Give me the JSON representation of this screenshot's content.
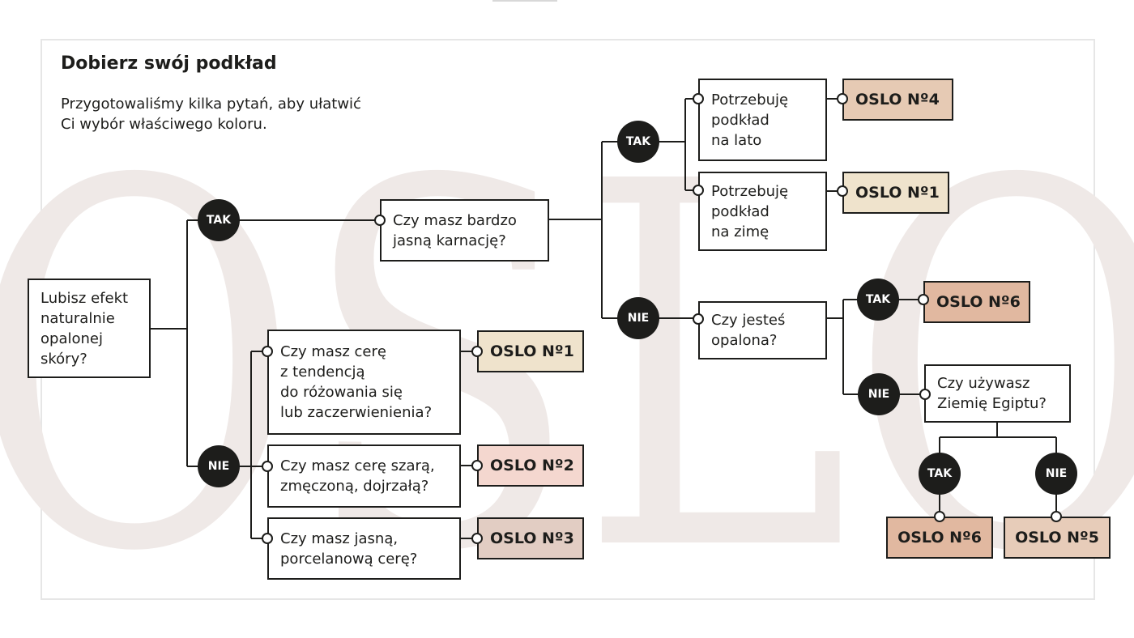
{
  "heading": "Dobierz swój podkład",
  "intro": "Przygotowaliśmy kilka pytań, aby ułatwić\nCi wybór właściwego koloru.",
  "watermark": "OSLO",
  "colors": {
    "ink": "#1d1d1b",
    "watermark": "#efe9e7",
    "oslo1": "#efe3cc",
    "oslo2": "#f4d7cf",
    "oslo3": "#e2cdc3",
    "oslo4": "#e6cab4",
    "oslo5": "#e7ccb9",
    "oslo6": "#e1b8a0"
  },
  "labels": {
    "yes": "TAK",
    "no": "NIE"
  },
  "questions": {
    "start": "Lubisz efekt\nnaturalnie\nopalonej\nskóry?",
    "very_fair": "Czy masz bardzo\njasną karnację?",
    "summer": "Potrzebuję\npodkład\nna lato",
    "winter": "Potrzebuję\npodkład\nna zimę",
    "tanned": "Czy jesteś\nopalona?",
    "earth": "Czy używasz\nZiemię  Egiptu?",
    "redness": "Czy masz cerę\nz tendencją\ndo różowania się\nlub zaczerwienienia?",
    "grey": "Czy masz cerę szarą,\nzmęczoną, dojrzałą?",
    "porcelain": "Czy masz jasną,\nporcelanową cerę?"
  },
  "results": {
    "summer": "OSLO Nº4",
    "winter": "OSLO Nº1",
    "tanned_yes": "OSLO Nº6",
    "earth_yes": "OSLO Nº6",
    "earth_no": "OSLO Nº5",
    "redness": "OSLO Nº1",
    "grey": "OSLO Nº2",
    "porcelain": "OSLO Nº3"
  }
}
